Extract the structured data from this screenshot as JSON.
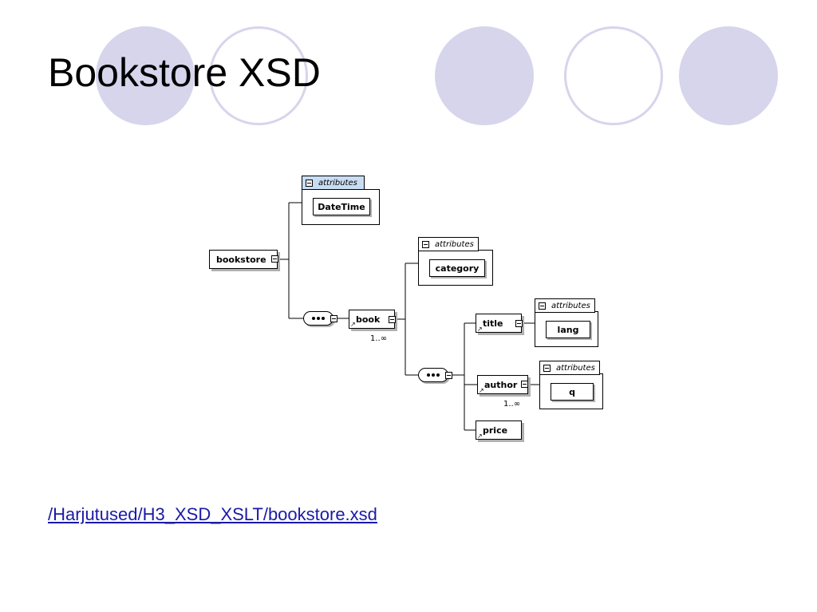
{
  "slide": {
    "title": "Bookstore XSD",
    "link_text": "/Harjutused/H3_XSD_XSLT/bookstore.xsd",
    "accent_color": "#d6d5ec"
  },
  "diagram": {
    "root": {
      "label": "bookstore"
    },
    "root_attributes": {
      "header": "attributes",
      "items": [
        "DateTime"
      ]
    },
    "book": {
      "label": "book",
      "multiplicity": "1..∞"
    },
    "book_attributes": {
      "header": "attributes",
      "items": [
        "category"
      ]
    },
    "title": {
      "label": "title"
    },
    "title_attributes": {
      "header": "attributes",
      "items": [
        "lang"
      ]
    },
    "author": {
      "label": "author",
      "multiplicity": "1..∞"
    },
    "author_attributes": {
      "header": "attributes",
      "items": [
        "q"
      ]
    },
    "price": {
      "label": "price"
    }
  }
}
